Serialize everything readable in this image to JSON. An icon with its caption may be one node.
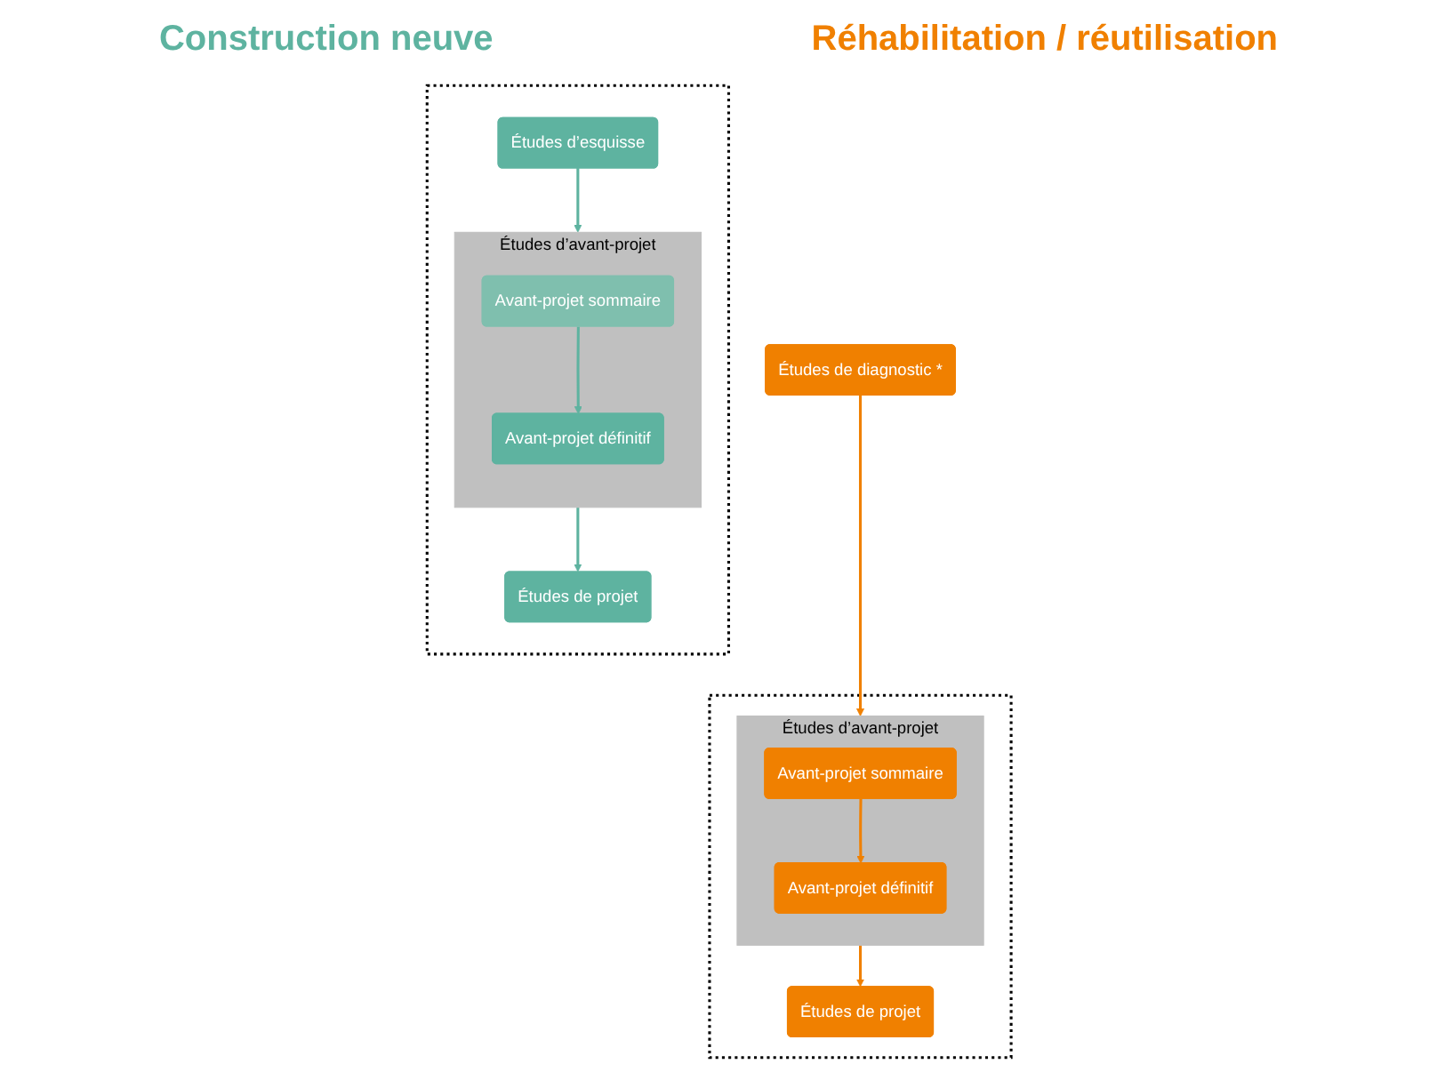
{
  "diagram": {
    "nodes": [
      {
        "text": [],
        "shape": "box"
      },
      {
        "text": [
          "Études d’esquisse"
        ],
        "in": 0
      },
      {
        "text": [
          "Études d’avant-projet"
        ],
        "in": 0
      },
      {
        "text": [
          "Avant-projet sommaire"
        ],
        "in": 2
      },
      {
        "text": [
          "Avant-projet définitif"
        ],
        "in": 2
      },
      {
        "text": [
          "Études de projet"
        ],
        "in": 0
      },
      {
        "text": [
          "Études de diagnostic *"
        ]
      },
      {
        "text": [],
        "shape": "box"
      },
      {
        "text": [
          "Études d’avant-projet"
        ],
        "in": 7
      },
      {
        "text": [
          "Avant-projet sommaire"
        ],
        "in": 8
      },
      {
        "text": [
          "Avant-projet définitif"
        ],
        "in": 8
      },
      {
        "text": [
          "Études de projet"
        ],
        "in": 7
      }
    ],
    "edges": [
      {
        "from": 1,
        "to": 2,
        "arrow": "to",
        "color": "#5eb3a0"
      },
      {
        "from": 3,
        "to": 4,
        "arrow": "to",
        "color": "#5eb3a0"
      },
      {
        "from": 2,
        "to": 5,
        "arrow": "to",
        "color": "#5eb3a0"
      },
      {
        "from": 6,
        "to": 8,
        "arrow": "to",
        "color": "#f08000"
      },
      {
        "from": 9,
        "to": 10,
        "arrow": "to",
        "color": "#f08000"
      },
      {
        "from": 8,
        "to": 11,
        "arrow": "to",
        "color": "#f08000"
      }
    ],
    "labels": [
      "Construction neuve",
      "Réhabilitation / réutilisation"
    ]
  }
}
